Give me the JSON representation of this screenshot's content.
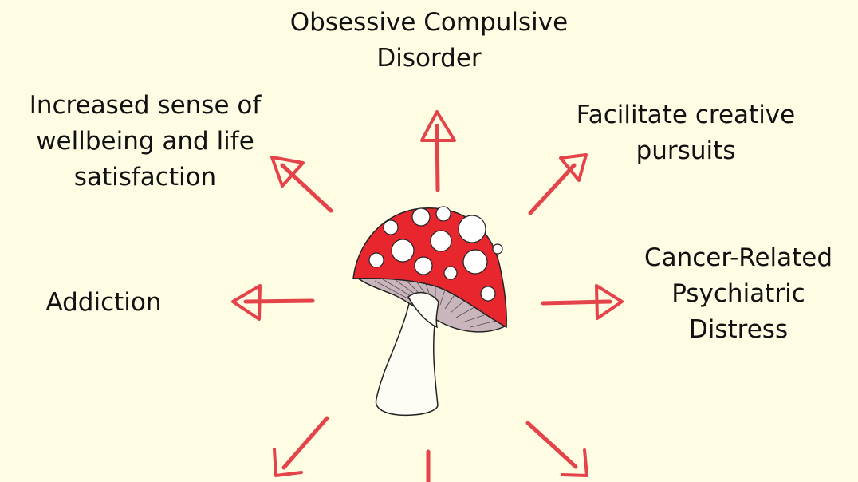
{
  "center_icon": "mushroom-icon",
  "arrow_color": "#e5434a",
  "cap_color": "#e8262d",
  "outcomes": {
    "ocd": {
      "lines": [
        "Obsessive Compulsive",
        "Disorder"
      ]
    },
    "creative": {
      "lines": [
        "Facilitate creative",
        "pursuits"
      ]
    },
    "cancer": {
      "lines": [
        "Cancer-Related",
        "Psychiatric",
        "Distress"
      ]
    },
    "addiction": {
      "lines": [
        "Addiction"
      ]
    },
    "wellbeing": {
      "lines": [
        "Increased sense of",
        "wellbeing and life",
        "satisfaction"
      ]
    }
  }
}
